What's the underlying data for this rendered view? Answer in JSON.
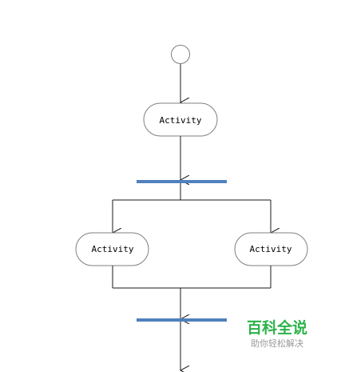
{
  "diagram": {
    "type": "uml-activity",
    "nodes": {
      "start": {
        "kind": "initial-node"
      },
      "activity_top": {
        "kind": "activity",
        "label": "Activity"
      },
      "fork": {
        "kind": "fork-bar"
      },
      "activity_left": {
        "kind": "activity",
        "label": "Activity"
      },
      "activity_right": {
        "kind": "activity",
        "label": "Activity"
      },
      "join": {
        "kind": "join-bar"
      }
    },
    "colors": {
      "bar": "#4f81bd",
      "line": "#1a1a1a",
      "node_border": "#7f7f7f"
    }
  },
  "watermark": {
    "title": "百科全说",
    "subtitle": "助你轻松解决",
    "title_color": "#2cb24a",
    "subtitle_color": "#9a9a9a"
  }
}
